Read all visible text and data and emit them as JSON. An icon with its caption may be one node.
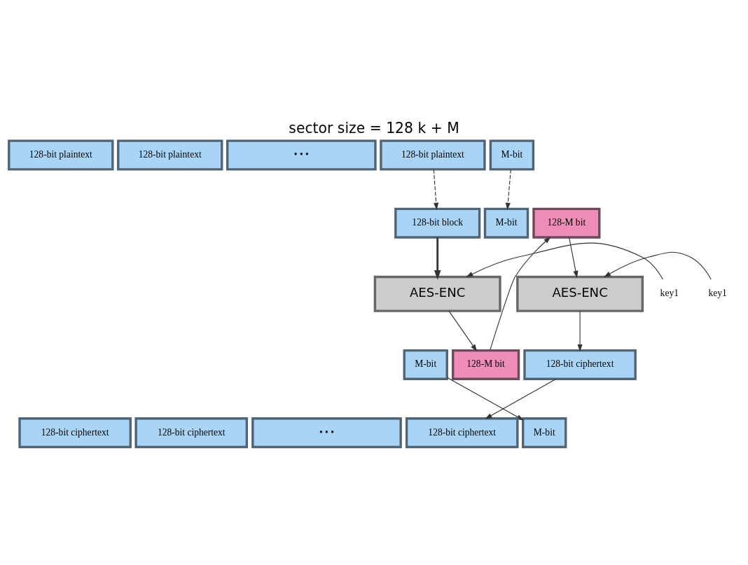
{
  "diagram": {
    "title": "sector size = 128 k + M",
    "nodes": [
      {
        "text": [
          "128-bit plaintext"
        ]
      },
      {
        "text": [
          "128-bit plaintext"
        ]
      },
      {
        "text": [
          "• • •"
        ]
      },
      {
        "text": [
          "128-bit plaintext"
        ]
      },
      {
        "text": [
          "M-bit"
        ]
      },
      {
        "text": [
          "128-bit block"
        ]
      },
      {
        "text": [
          "M-bit"
        ]
      },
      {
        "text": [
          "128-M bit"
        ]
      },
      {
        "text": [
          "AES-ENC"
        ]
      },
      {
        "text": [
          "AES-ENC"
        ]
      },
      {
        "text": [
          "key1"
        ]
      },
      {
        "text": [
          "key1"
        ]
      },
      {
        "text": [
          "M-bit"
        ]
      },
      {
        "text": [
          "128-M bit"
        ]
      },
      {
        "text": [
          "128-bit ciphertext"
        ]
      },
      {
        "text": [
          "128-bit ciphertext"
        ]
      },
      {
        "text": [
          "128-bit ciphertext"
        ]
      },
      {
        "text": [
          "• • •"
        ]
      },
      {
        "text": [
          "128-bit ciphertext"
        ]
      },
      {
        "text": [
          "M-bit"
        ]
      }
    ],
    "edges": [
      {
        "from": 3,
        "to": 5,
        "arrow": "to",
        "style": "dashed"
      },
      {
        "from": 4,
        "to": 6,
        "arrow": "to",
        "style": "dashed"
      },
      {
        "from": 5,
        "to": 8,
        "arrow": "to",
        "style": "thick"
      },
      {
        "from": 7,
        "to": 9,
        "arrow": "to"
      },
      {
        "from": 10,
        "to": 8,
        "arrow": "to"
      },
      {
        "from": 11,
        "to": 9,
        "arrow": "to"
      },
      {
        "from": 8,
        "to": 13,
        "arrow": "to"
      },
      {
        "from": 9,
        "to": 14,
        "arrow": "to"
      },
      {
        "from": 13,
        "to": 7,
        "arrow": "to"
      },
      {
        "from": 12,
        "to": 19,
        "arrow": "to"
      },
      {
        "from": 14,
        "to": 18,
        "arrow": "to"
      }
    ]
  }
}
